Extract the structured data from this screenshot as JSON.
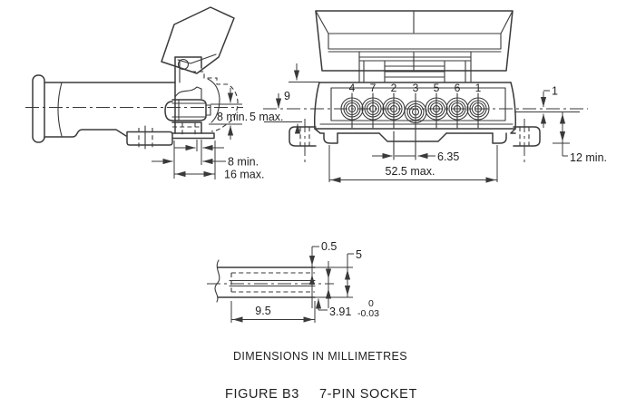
{
  "figure": {
    "units_note": "DIMENSIONS IN MILLIMETRES",
    "caption_figure_no": "FIGURE B3",
    "caption_title": "7-PIN SOCKET"
  },
  "side_view": {
    "dims": {
      "contact_height": "8 min.",
      "pin_projection": "8 min.",
      "overall_depth": "16 max."
    }
  },
  "front_view": {
    "pin_numbers": [
      "4",
      "7",
      "2",
      "3",
      "5",
      "6",
      "1"
    ],
    "dims": {
      "top_to_centre": "9",
      "centre_to_flange": "5 max.",
      "centre_pin_offset": "1",
      "centre_to_mounting": "12 min.",
      "pin_pitch": "6.35",
      "overall_width": "52.5 max."
    }
  },
  "detail_view": {
    "dims": {
      "wall_thickness": "0.5",
      "slot_height": "5",
      "slot_depth": "9.5",
      "blade_width": "3.91",
      "tolerance_upper": "0",
      "tolerance_lower": "-0.03"
    }
  },
  "colors": {
    "line": "#3a3a3a",
    "text": "#1f1f1f",
    "background": "#ffffff"
  }
}
